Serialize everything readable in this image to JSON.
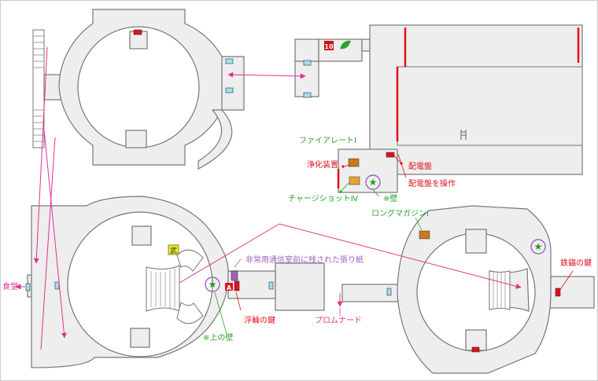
{
  "colors": {
    "floor": "#eeeeee",
    "wall": "#777777",
    "magenta": "#e0338f",
    "red": "#e0101a",
    "green": "#2aa52a",
    "door": "#9fe0f0",
    "orange": "#cc7a1a",
    "purple": "#a060c0",
    "star": "#1aa01a"
  },
  "labels": {
    "fire_ammo": "ファイアレートⅠ",
    "purifier": "浄化装置",
    "charge_shot": "チャージショットⅣ",
    "note_wall": "※壁",
    "power_panel": "配電盤",
    "operate_panel": "配電盤を操作",
    "long_magazine": "ロングマガジンⅠ",
    "iron_key": "鉄錨の鍵",
    "notice": "非常用通信室前に残された張り紙",
    "float_key": "浮輪の鍵",
    "upper_wall": "※上の壁",
    "promenade": "プロムナード",
    "dining": "食堂"
  },
  "markers": {
    "room_number": "10",
    "weapon": "武",
    "area_a": "A"
  }
}
